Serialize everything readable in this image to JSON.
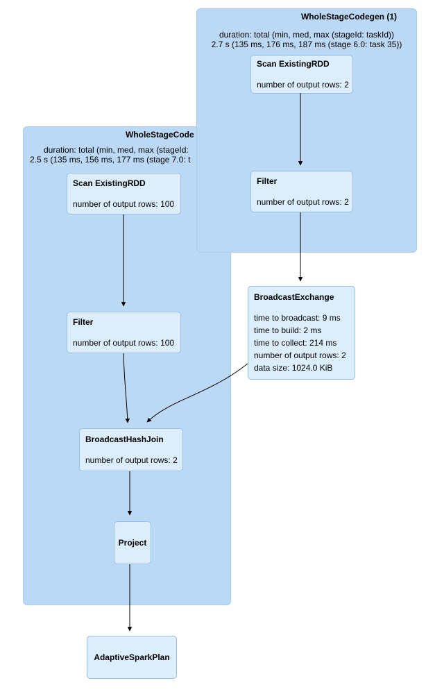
{
  "diagram": {
    "clusters": {
      "codegen1": {
        "label": "WholeStageCodegen (1)",
        "duration_line1": "duration: total (min, med, max (stageId: taskId))",
        "duration_line2": "2.7 s (135 ms, 176 ms, 187 ms (stage 6.0: task 35))"
      },
      "codegen2": {
        "label": "WholeStageCode",
        "duration_line1": "duration: total (min, med, max (stageId:",
        "duration_line2": "2.5 s (135 ms, 156 ms, 177 ms (stage 7.0: t"
      }
    },
    "nodes": {
      "scan_existing_rdd_1": {
        "title": "Scan ExistingRDD",
        "metrics": {
          "rows": "number of output rows: 2"
        }
      },
      "filter_1": {
        "title": "Filter",
        "metrics": {
          "rows": "number of output rows: 2"
        }
      },
      "scan_existing_rdd_2": {
        "title": "Scan ExistingRDD",
        "metrics": {
          "rows": "number of output rows: 100"
        }
      },
      "filter_2": {
        "title": "Filter",
        "metrics": {
          "rows": "number of output rows: 100"
        }
      },
      "broadcast_exchange": {
        "title": "BroadcastExchange",
        "metrics": {
          "time_to_broadcast": "time to broadcast: 9 ms",
          "time_to_build": "time to build: 2 ms",
          "time_to_collect": "time to collect: 214 ms",
          "rows": "number of output rows: 2",
          "data_size": "data size: 1024.0 KiB"
        }
      },
      "broadcast_hash_join": {
        "title": "BroadcastHashJoin",
        "metrics": {
          "rows": "number of output rows: 2"
        }
      },
      "project": {
        "title": "Project"
      },
      "adaptive_spark_plan": {
        "title": "AdaptiveSparkPlan"
      }
    },
    "edges": [
      {
        "from": "scan_existing_rdd_1",
        "to": "filter_1"
      },
      {
        "from": "filter_1",
        "to": "broadcast_exchange"
      },
      {
        "from": "scan_existing_rdd_2",
        "to": "filter_2"
      },
      {
        "from": "filter_2",
        "to": "broadcast_hash_join"
      },
      {
        "from": "broadcast_exchange",
        "to": "broadcast_hash_join"
      },
      {
        "from": "broadcast_hash_join",
        "to": "project"
      },
      {
        "from": "project",
        "to": "adaptive_spark_plan"
      }
    ],
    "colors": {
      "cluster_fill": "#BBD8F4",
      "cluster_border": "#A9CCEE",
      "node_fill": "#DCEDFC",
      "node_border": "#93BFE8",
      "edge": "#000000"
    }
  }
}
